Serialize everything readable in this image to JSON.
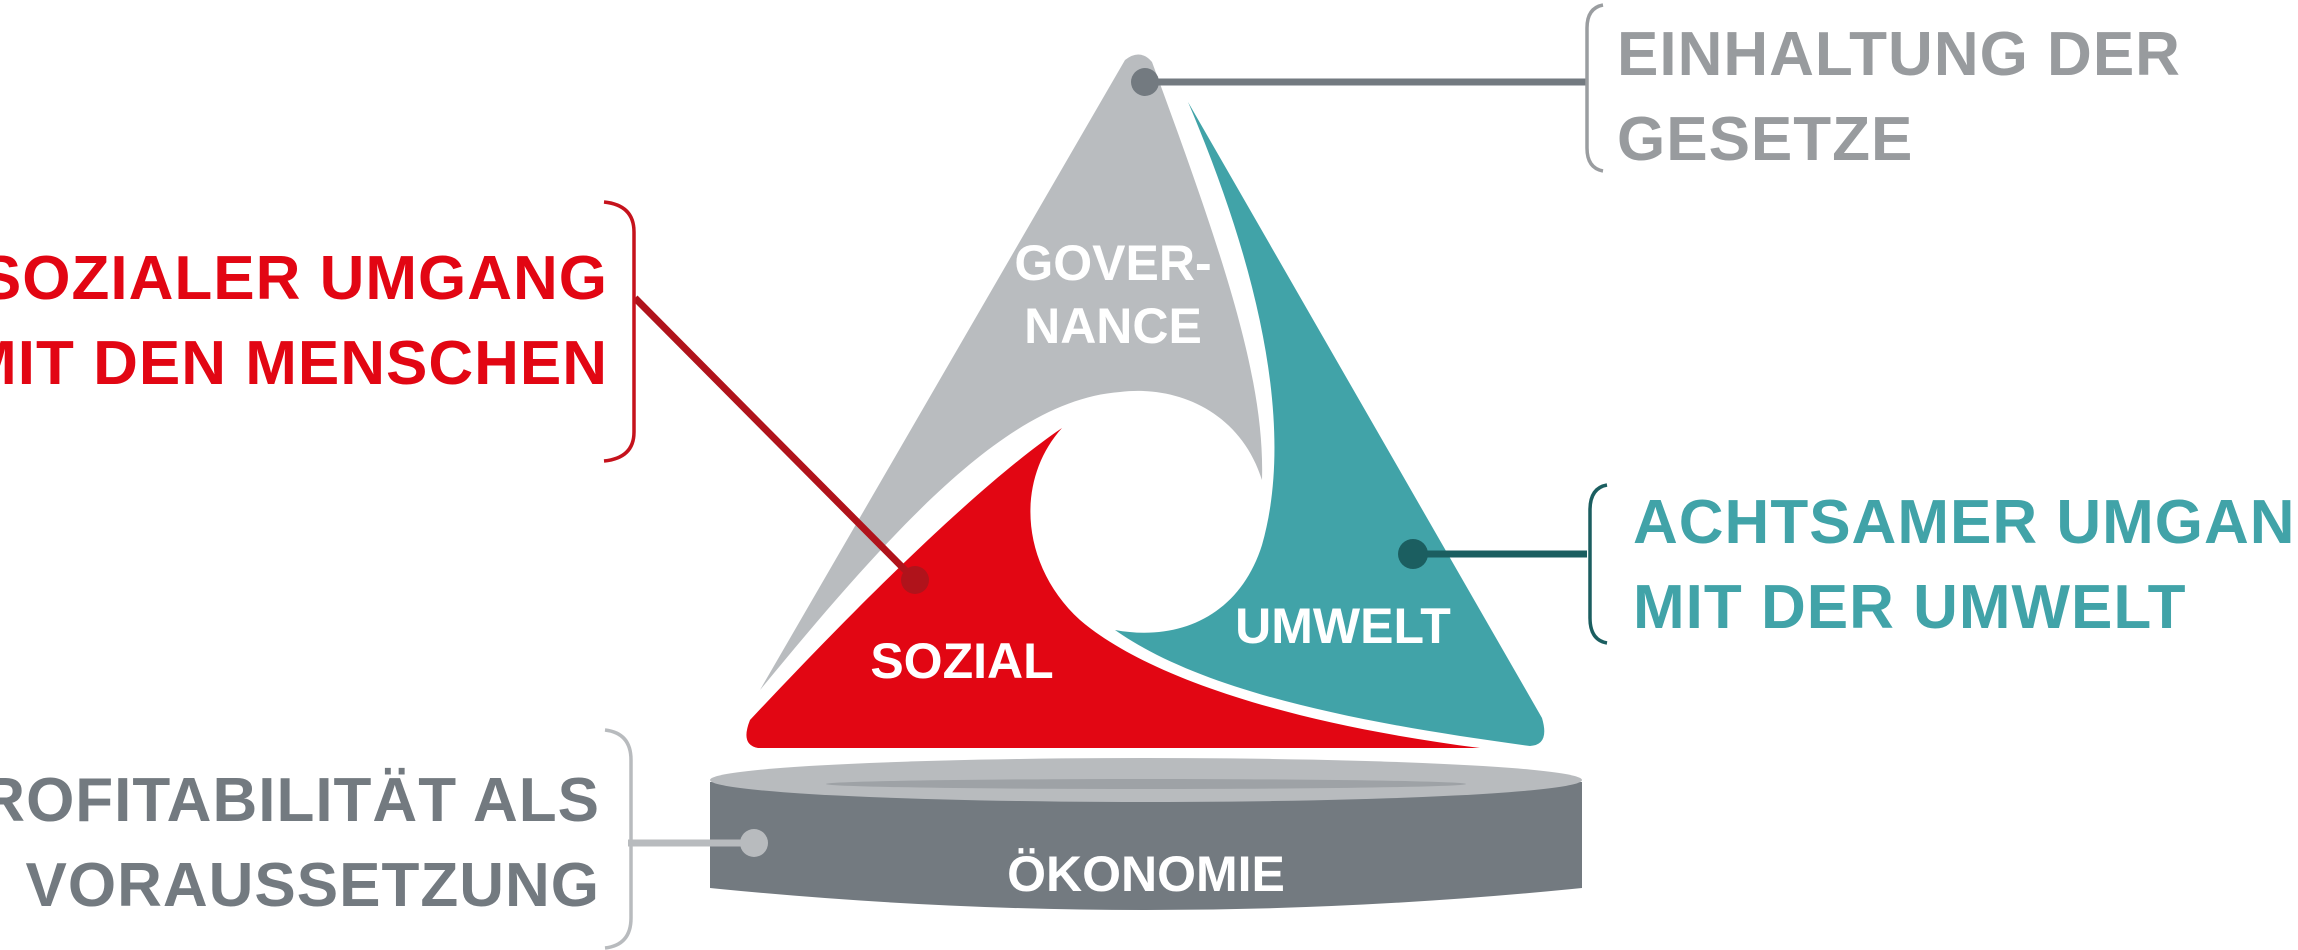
{
  "segments": {
    "governance": {
      "line1": "GOVER-",
      "line2": "NANCE"
    },
    "sozial": {
      "label": "SOZIAL"
    },
    "umwelt": {
      "label": "UMWELT"
    },
    "oekonomie": {
      "label": "ÖKONOMIE"
    }
  },
  "callouts": {
    "governance": {
      "line1": "EINHALTUNG DER",
      "line2": "GESETZE"
    },
    "sozial": {
      "line1": "SOZIALER UMGANG",
      "line2": "MIT DEN MENSCHEN"
    },
    "umwelt": {
      "line1": "ACHTSAMER UMGANG",
      "line2": "MIT DER UMWELT"
    },
    "oekonomie": {
      "line1": "PROFITABILITÄT ALS",
      "line2": "VORAUSSETZUNG"
    }
  },
  "colors": {
    "governance": "#b9bcbf",
    "governance_text": "#989b9e",
    "sozial": "#e20613",
    "umwelt": "#41a3a8",
    "umwelt_dark": "#1b5e60",
    "oekonomie": "#737a80",
    "platform_top": "#b8bbbe",
    "connector_gray": "#7a8085"
  }
}
